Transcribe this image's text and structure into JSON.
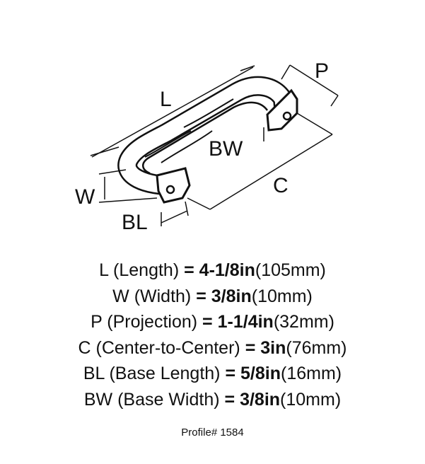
{
  "diagram": {
    "labels": {
      "L": "L",
      "P": "P",
      "BW": "BW",
      "W": "W",
      "C": "C",
      "BL": "BL"
    }
  },
  "specs": [
    {
      "abbr": "L",
      "name": "(Length)",
      "eq": "=",
      "imperial": "4-1/8in",
      "metric": "(105mm)"
    },
    {
      "abbr": "W",
      "name": "(Width)",
      "eq": "=",
      "imperial": "3/8in",
      "metric": "(10mm)"
    },
    {
      "abbr": "P",
      "name": "(Projection)",
      "eq": "=",
      "imperial": "1-1/4in",
      "metric": "(32mm)"
    },
    {
      "abbr": "C",
      "name": "(Center-to-Center)",
      "eq": "=",
      "imperial": "3in",
      "metric": "(76mm)"
    },
    {
      "abbr": "BL",
      "name": "(Base Length)",
      "eq": "=",
      "imperial": "5/8in",
      "metric": "(16mm)"
    },
    {
      "abbr": "BW",
      "name": "(Base Width)",
      "eq": "=",
      "imperial": "3/8in",
      "metric": "(10mm)"
    }
  ],
  "profile": "Profile# 1584"
}
